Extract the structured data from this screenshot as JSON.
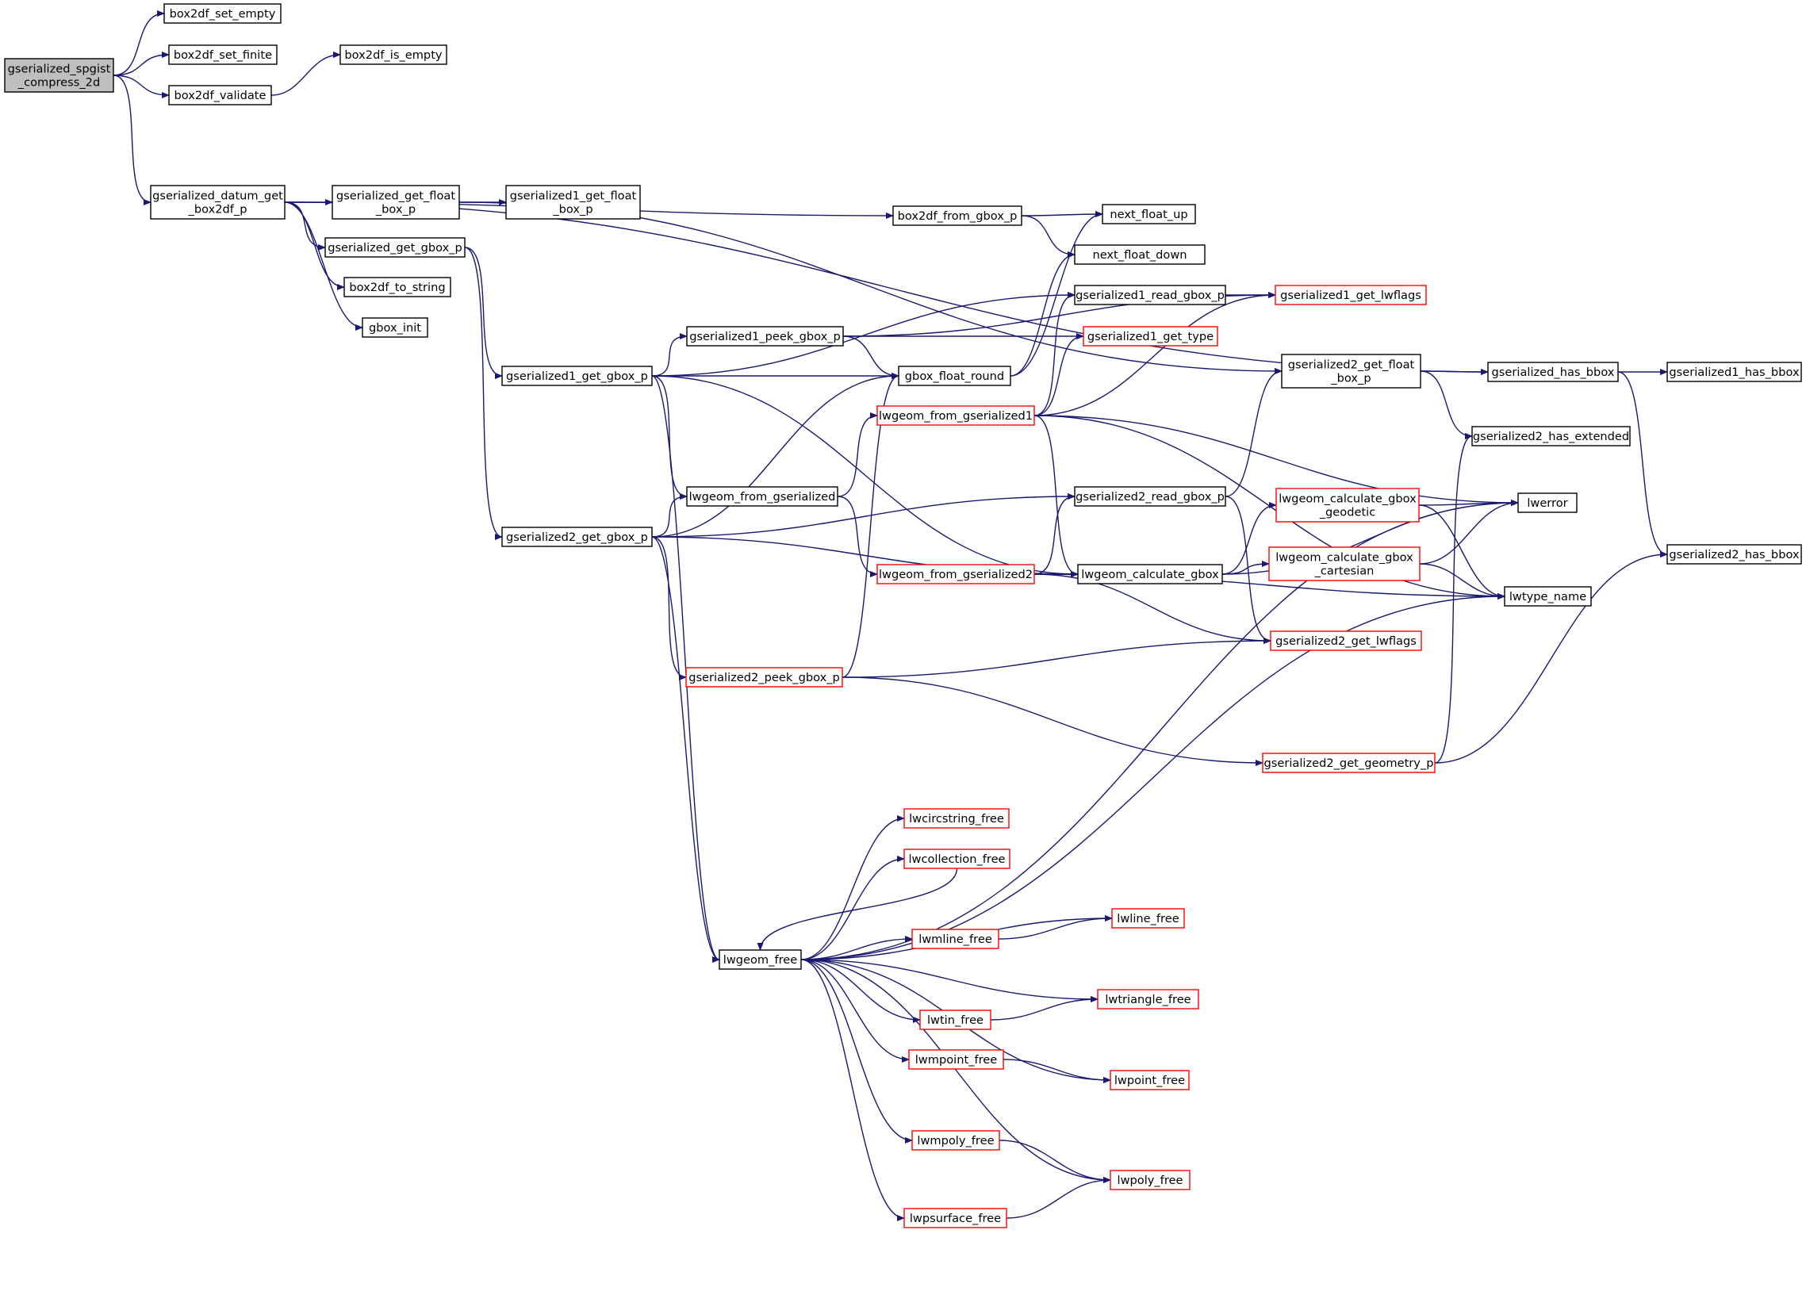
{
  "colors": {
    "edge": "#191970",
    "node_border": "#000000",
    "node_border_incomplete": "#ff0000",
    "root_fill": "#bfbfbf",
    "node_fill": "#ffffff"
  },
  "nodes": [
    {
      "id": "root",
      "label": [
        "gserialized_spgist",
        "_compress_2d"
      ],
      "root": true
    },
    {
      "id": "box2df_set_empty",
      "label": [
        "box2df_set_empty"
      ]
    },
    {
      "id": "box2df_set_finite",
      "label": [
        "box2df_set_finite"
      ]
    },
    {
      "id": "box2df_validate",
      "label": [
        "box2df_validate"
      ]
    },
    {
      "id": "box2df_is_empty",
      "label": [
        "box2df_is_empty"
      ]
    },
    {
      "id": "gs_datum_get_box2df_p",
      "label": [
        "gserialized_datum_get",
        "_box2df_p"
      ]
    },
    {
      "id": "gs_get_float_box_p",
      "label": [
        "gserialized_get_float",
        "_box_p"
      ]
    },
    {
      "id": "gs1_get_float_box_p",
      "label": [
        "gserialized1_get_float",
        "_box_p"
      ]
    },
    {
      "id": "gs_get_gbox_p",
      "label": [
        "gserialized_get_gbox_p"
      ]
    },
    {
      "id": "box2df_to_string",
      "label": [
        "box2df_to_string"
      ]
    },
    {
      "id": "gbox_init",
      "label": [
        "gbox_init"
      ]
    },
    {
      "id": "box2df_from_gbox_p",
      "label": [
        "box2df_from_gbox_p"
      ]
    },
    {
      "id": "next_float_up",
      "label": [
        "next_float_up"
      ]
    },
    {
      "id": "next_float_down",
      "label": [
        "next_float_down"
      ]
    },
    {
      "id": "gs1_read_gbox_p",
      "label": [
        "gserialized1_read_gbox_p"
      ]
    },
    {
      "id": "gs1_get_lwflags",
      "label": [
        "gserialized1_get_lwflags"
      ],
      "red": true
    },
    {
      "id": "gs1_peek_gbox_p",
      "label": [
        "gserialized1_peek_gbox_p"
      ]
    },
    {
      "id": "gs1_get_type",
      "label": [
        "gserialized1_get_type"
      ],
      "red": true
    },
    {
      "id": "gs1_get_gbox_p",
      "label": [
        "gserialized1_get_gbox_p"
      ]
    },
    {
      "id": "gbox_float_round",
      "label": [
        "gbox_float_round"
      ]
    },
    {
      "id": "gs2_get_float_box_p",
      "label": [
        "gserialized2_get_float",
        "_box_p"
      ]
    },
    {
      "id": "gs_has_bbox",
      "label": [
        "gserialized_has_bbox"
      ]
    },
    {
      "id": "gs1_has_bbox",
      "label": [
        "gserialized1_has_bbox"
      ]
    },
    {
      "id": "lwgeom_from_gs1",
      "label": [
        "lwgeom_from_gserialized1"
      ],
      "red": true
    },
    {
      "id": "gs2_has_extended",
      "label": [
        "gserialized2_has_extended"
      ]
    },
    {
      "id": "lwgeom_from_gs",
      "label": [
        "lwgeom_from_gserialized"
      ]
    },
    {
      "id": "gs2_read_gbox_p",
      "label": [
        "gserialized2_read_gbox_p"
      ]
    },
    {
      "id": "lwgeom_calc_gbox_geodetic",
      "label": [
        "lwgeom_calculate_gbox",
        "_geodetic"
      ],
      "red": true
    },
    {
      "id": "lwerror",
      "label": [
        "lwerror"
      ]
    },
    {
      "id": "gs2_get_gbox_p",
      "label": [
        "gserialized2_get_gbox_p"
      ]
    },
    {
      "id": "gs2_has_bbox",
      "label": [
        "gserialized2_has_bbox"
      ]
    },
    {
      "id": "lwgeom_from_gs2",
      "label": [
        "lwgeom_from_gserialized2"
      ],
      "red": true
    },
    {
      "id": "lwgeom_calc_gbox",
      "label": [
        "lwgeom_calculate_gbox"
      ]
    },
    {
      "id": "lwgeom_calc_gbox_cartesian",
      "label": [
        "lwgeom_calculate_gbox",
        "_cartesian"
      ],
      "red": true
    },
    {
      "id": "lwtype_name",
      "label": [
        "lwtype_name"
      ]
    },
    {
      "id": "gs2_get_lwflags",
      "label": [
        "gserialized2_get_lwflags"
      ],
      "red": true
    },
    {
      "id": "gs2_peek_gbox_p",
      "label": [
        "gserialized2_peek_gbox_p"
      ],
      "red": true
    },
    {
      "id": "gs2_get_geometry_p",
      "label": [
        "gserialized2_get_geometry_p"
      ],
      "red": true
    },
    {
      "id": "lwcircstring_free",
      "label": [
        "lwcircstring_free"
      ],
      "red": true
    },
    {
      "id": "lwcollection_free",
      "label": [
        "lwcollection_free"
      ],
      "red": true
    },
    {
      "id": "lwline_free",
      "label": [
        "lwline_free"
      ],
      "red": true
    },
    {
      "id": "lwmline_free",
      "label": [
        "lwmline_free"
      ],
      "red": true
    },
    {
      "id": "lwgeom_free",
      "label": [
        "lwgeom_free"
      ]
    },
    {
      "id": "lwtriangle_free",
      "label": [
        "lwtriangle_free"
      ],
      "red": true
    },
    {
      "id": "lwtin_free",
      "label": [
        "lwtin_free"
      ],
      "red": true
    },
    {
      "id": "lwmpoint_free",
      "label": [
        "lwmpoint_free"
      ],
      "red": true
    },
    {
      "id": "lwpoint_free",
      "label": [
        "lwpoint_free"
      ],
      "red": true
    },
    {
      "id": "lwmpoly_free",
      "label": [
        "lwmpoly_free"
      ],
      "red": true
    },
    {
      "id": "lwpoly_free",
      "label": [
        "lwpoly_free"
      ],
      "red": true
    },
    {
      "id": "lwpsurface_free",
      "label": [
        "lwpsurface_free"
      ],
      "red": true
    }
  ],
  "edges": [
    [
      "root",
      "box2df_set_empty"
    ],
    [
      "root",
      "box2df_set_finite"
    ],
    [
      "root",
      "box2df_validate"
    ],
    [
      "root",
      "gs_datum_get_box2df_p"
    ],
    [
      "box2df_validate",
      "box2df_is_empty"
    ],
    [
      "gs_datum_get_box2df_p",
      "gs_get_float_box_p"
    ],
    [
      "gs_datum_get_box2df_p",
      "gs_get_gbox_p"
    ],
    [
      "gs_datum_get_box2df_p",
      "box2df_to_string"
    ],
    [
      "gs_datum_get_box2df_p",
      "gbox_init"
    ],
    [
      "gs_datum_get_box2df_p",
      "box2df_from_gbox_p"
    ],
    [
      "gs_datum_get_box2df_p",
      "gs_has_bbox"
    ],
    [
      "gs_get_float_box_p",
      "gs1_get_float_box_p"
    ],
    [
      "gs_get_float_box_p",
      "gs2_get_float_box_p"
    ],
    [
      "gs_get_gbox_p",
      "gs1_get_gbox_p"
    ],
    [
      "gs_get_gbox_p",
      "gs2_get_gbox_p"
    ],
    [
      "box2df_from_gbox_p",
      "next_float_up"
    ],
    [
      "box2df_from_gbox_p",
      "next_float_down"
    ],
    [
      "gs1_get_gbox_p",
      "gs1_read_gbox_p"
    ],
    [
      "gs1_get_gbox_p",
      "gs1_peek_gbox_p"
    ],
    [
      "gs1_get_gbox_p",
      "gbox_float_round"
    ],
    [
      "gs1_get_gbox_p",
      "lwgeom_from_gs"
    ],
    [
      "gs1_get_gbox_p",
      "lwgeom_calc_gbox"
    ],
    [
      "gs1_get_gbox_p",
      "lwgeom_free"
    ],
    [
      "gs1_peek_gbox_p",
      "gs1_get_lwflags"
    ],
    [
      "gs1_peek_gbox_p",
      "gs1_get_type"
    ],
    [
      "gs1_peek_gbox_p",
      "gbox_float_round"
    ],
    [
      "gs1_read_gbox_p",
      "gs1_get_lwflags"
    ],
    [
      "gbox_float_round",
      "next_float_up"
    ],
    [
      "gbox_float_round",
      "next_float_down"
    ],
    [
      "gs2_get_float_box_p",
      "gs_has_bbox"
    ],
    [
      "gs2_get_float_box_p",
      "gs2_has_extended"
    ],
    [
      "gs_has_bbox",
      "gs1_has_bbox"
    ],
    [
      "gs_has_bbox",
      "gs2_has_bbox"
    ],
    [
      "lwgeom_from_gs1",
      "gs1_read_gbox_p"
    ],
    [
      "lwgeom_from_gs1",
      "gs1_get_type"
    ],
    [
      "lwgeom_from_gs1",
      "gs1_get_lwflags"
    ],
    [
      "lwgeom_from_gs1",
      "lwgeom_calc_gbox"
    ],
    [
      "lwgeom_from_gs1",
      "lwerror"
    ],
    [
      "lwgeom_from_gs1",
      "lwtype_name"
    ],
    [
      "lwgeom_from_gs",
      "lwgeom_from_gs1"
    ],
    [
      "lwgeom_from_gs",
      "lwgeom_from_gs2"
    ],
    [
      "gs2_get_gbox_p",
      "gbox_float_round"
    ],
    [
      "gs2_get_gbox_p",
      "lwgeom_from_gs"
    ],
    [
      "gs2_get_gbox_p",
      "gs2_read_gbox_p"
    ],
    [
      "gs2_get_gbox_p",
      "lwgeom_calc_gbox"
    ],
    [
      "gs2_get_gbox_p",
      "gs2_peek_gbox_p"
    ],
    [
      "gs2_get_gbox_p",
      "lwgeom_free"
    ],
    [
      "gs2_read_gbox_p",
      "gs2_get_float_box_p"
    ],
    [
      "gs2_read_gbox_p",
      "gs2_get_lwflags"
    ],
    [
      "lwgeom_from_gs2",
      "gs2_read_gbox_p"
    ],
    [
      "lwgeom_from_gs2",
      "lwgeom_calc_gbox"
    ],
    [
      "lwgeom_from_gs2",
      "gs2_get_lwflags"
    ],
    [
      "lwgeom_from_gs2",
      "lwtype_name"
    ],
    [
      "lwgeom_calc_gbox",
      "lwerror"
    ],
    [
      "lwgeom_calc_gbox",
      "lwgeom_calc_gbox_geodetic"
    ],
    [
      "lwgeom_calc_gbox",
      "lwgeom_calc_gbox_cartesian"
    ],
    [
      "lwgeom_calc_gbox_geodetic",
      "lwerror"
    ],
    [
      "lwgeom_calc_gbox_geodetic",
      "lwtype_name"
    ],
    [
      "lwgeom_calc_gbox_cartesian",
      "lwerror"
    ],
    [
      "lwgeom_calc_gbox_cartesian",
      "lwtype_name"
    ],
    [
      "gs2_peek_gbox_p",
      "gbox_float_round"
    ],
    [
      "gs2_peek_gbox_p",
      "gs2_get_lwflags"
    ],
    [
      "gs2_peek_gbox_p",
      "gs2_get_geometry_p"
    ],
    [
      "gs2_get_geometry_p",
      "gs2_has_extended"
    ],
    [
      "gs2_get_geometry_p",
      "gs2_has_bbox"
    ],
    [
      "lwgeom_free",
      "lwerror"
    ],
    [
      "lwgeom_free",
      "lwcircstring_free"
    ],
    [
      "lwgeom_free",
      "lwcollection_free"
    ],
    [
      "lwgeom_free",
      "lwline_free"
    ],
    [
      "lwgeom_free",
      "lwmline_free"
    ],
    [
      "lwgeom_free",
      "lwtriangle_free"
    ],
    [
      "lwgeom_free",
      "lwtin_free"
    ],
    [
      "lwgeom_free",
      "lwmpoint_free"
    ],
    [
      "lwgeom_free",
      "lwpoint_free"
    ],
    [
      "lwgeom_free",
      "lwmpoly_free"
    ],
    [
      "lwgeom_free",
      "lwpoly_free"
    ],
    [
      "lwgeom_free",
      "lwpsurface_free"
    ],
    [
      "lwgeom_free",
      "lwtype_name"
    ],
    [
      "lwcollection_free",
      "lwgeom_free"
    ],
    [
      "lwmline_free",
      "lwline_free"
    ],
    [
      "lwtin_free",
      "lwtriangle_free"
    ],
    [
      "lwmpoint_free",
      "lwpoint_free"
    ],
    [
      "lwmpoly_free",
      "lwpoly_free"
    ],
    [
      "lwpsurface_free",
      "lwpoly_free"
    ]
  ]
}
